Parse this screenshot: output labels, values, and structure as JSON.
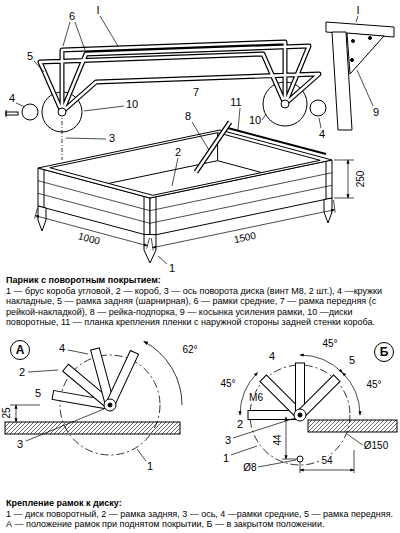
{
  "diagram": {
    "nodes": [
      {
        "text": [
          "А"
        ]
      },
      {
        "text": [
          "Б"
        ]
      }
    ],
    "labels": [
      "6",
      "I",
      "5",
      "4",
      "7",
      "11",
      "8",
      "10",
      "10",
      "4",
      "3",
      "2",
      "I",
      "9",
      "250",
      "1000",
      "1500",
      "1",
      "Парник с поворотным покрытием:",
      "1 — брус короба угловой, 2 — короб, 3 — ось поворота диска (винт М8, 2 шт.), 4 —кружки накладные, 5 — рамка задняя (шарнирная), 6 — рамки средние, 7 — рамка передняя (с рейкой-накладкой), 8 — рейка-подпорка, 9 — косынка усиления рамки, 10 —диски поворотные, 11 — планка крепления пленки с наружной стороны задней стенки короба.",
      "4",
      "2",
      "5",
      "3",
      "1",
      "62°",
      "25",
      "45°",
      "45°",
      "45°",
      "2",
      "4",
      "М6",
      "5",
      "3",
      "44",
      "54",
      "Ø150",
      "Ø8",
      "1",
      "Крепление рамок к диску:",
      "1 — диск поворотный, 2 — рамка задняя, 3 — ось, 4 —рамки средние, 5 — рамка передняя.",
      "А — положение рамок при поднятом покрытии, Б — в закрытом положении."
    ]
  }
}
